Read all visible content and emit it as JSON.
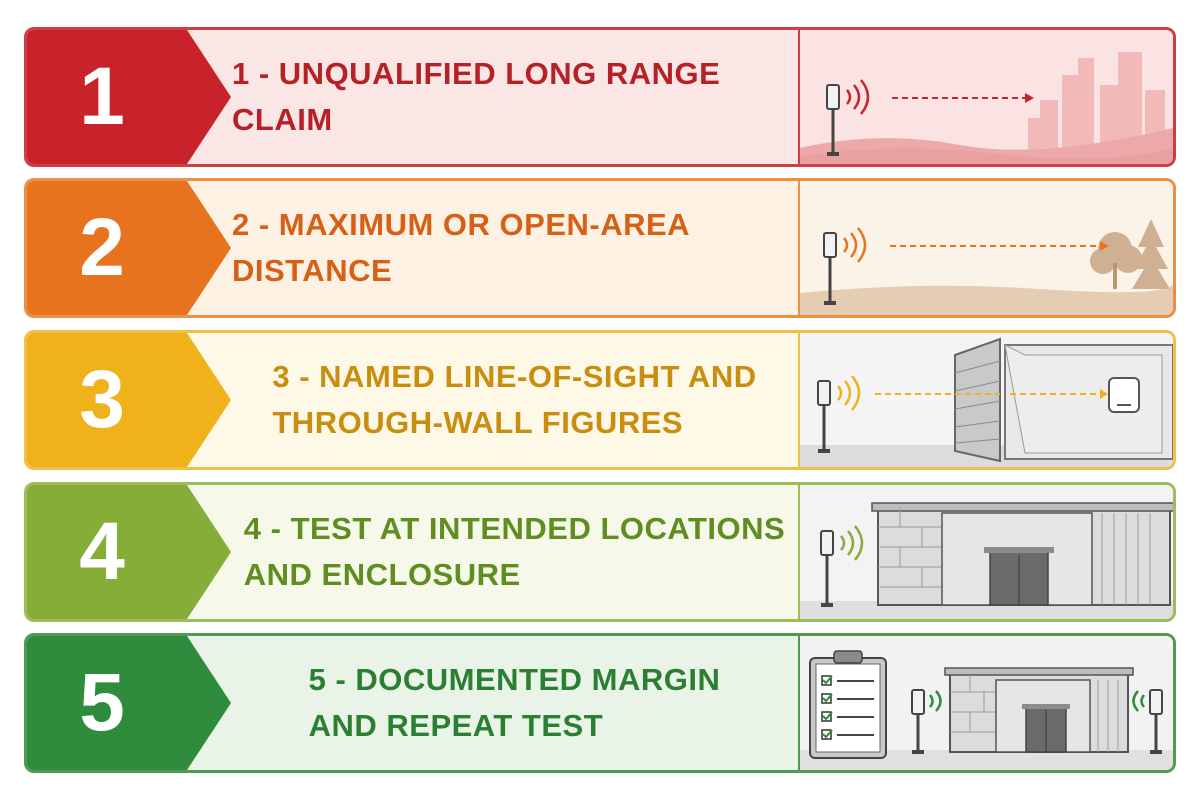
{
  "rows": [
    {
      "number": "1",
      "text": "1 - UNQUALIFIED LONG RANGE CLAIM",
      "accent": "#c8232a",
      "text_color": "#b52126",
      "bg": "#fbe6e6",
      "border": "#cf3e44",
      "icon": "antenna-to-distant-city-icon"
    },
    {
      "number": "2",
      "text": "2 - MAXIMUM OR OPEN-AREA DISTANCE",
      "accent": "#e8731f",
      "text_color": "#d66116",
      "bg": "#fdf1e4",
      "border": "#ea9045",
      "icon": "antenna-to-open-field-trees-icon"
    },
    {
      "number": "3",
      "text": "3 - NAMED LINE-OF-SIGHT AND\nTHROUGH-WALL FIGURES",
      "accent": "#f0b21b",
      "text_color": "#c98e10",
      "bg": "#fef8e6",
      "border": "#f0c04a",
      "icon": "antenna-through-wall-to-receiver-icon"
    },
    {
      "number": "4",
      "text": "4 - TEST AT INTENDED LOCATIONS\nAND ENCLOSURE",
      "accent": "#86ad38",
      "text_color": "#5f8d1f",
      "bg": "#f6f8ea",
      "border": "#9dbd5b",
      "icon": "antenna-at-building-enclosure-icon"
    },
    {
      "number": "5",
      "text": "5 - DOCUMENTED MARGIN\nAND REPEAT TEST",
      "accent": "#2f8c3c",
      "text_color": "#2a7f32",
      "bg": "#eaf3e8",
      "border": "#4f9b55",
      "icon": "checklist-and-paired-antennas-icon"
    }
  ]
}
